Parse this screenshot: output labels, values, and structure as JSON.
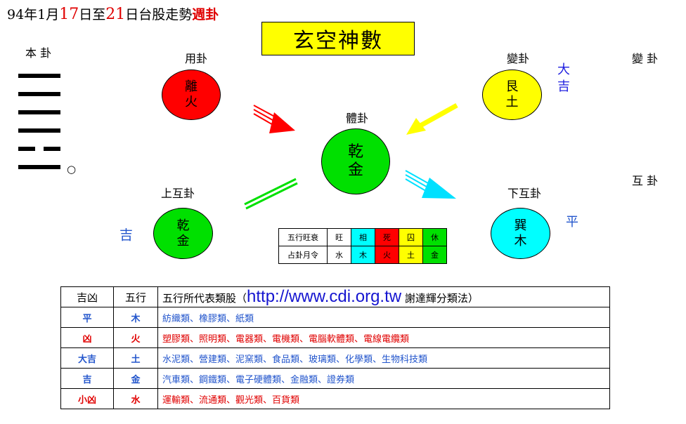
{
  "header": {
    "part1": "94年1月",
    "num1": "17",
    "part2": "日至",
    "num2": "21",
    "part3": "日台股走勢",
    "emph": "週卦"
  },
  "banner": "玄空神數",
  "labels": {
    "ben_gua": "本 卦",
    "yong_gua": "用卦",
    "bian_gua": "變卦",
    "bian_gua_right": "變 卦",
    "ti_gua": "體卦",
    "shang_hu_gua": "上互卦",
    "xia_hu_gua": "下互卦",
    "hu_gua_right": "互 卦",
    "small_circle": "○"
  },
  "circles": {
    "yong": {
      "line1": "離",
      "line2": "火",
      "color": "#ff0000"
    },
    "bian": {
      "line1": "艮",
      "line2": "土",
      "color": "#ffff00"
    },
    "ti": {
      "line1": "乾",
      "line2": "金",
      "color": "#00e000"
    },
    "shang": {
      "line1": "乾",
      "line2": "金",
      "color": "#00e000"
    },
    "xia": {
      "line1": "巽",
      "line2": "木",
      "color": "#00ffff"
    }
  },
  "omens": {
    "bian_line1": "大",
    "bian_line2": "吉",
    "shang": "吉",
    "xia": "平"
  },
  "hexagram_lines": [
    "yang",
    "yang",
    "yang",
    "yang",
    "yin",
    "yang"
  ],
  "wuxing_table": {
    "row1_label": "五行旺衰",
    "row1": [
      {
        "text": "旺",
        "color": "#ffffff"
      },
      {
        "text": "相",
        "color": "#00ffff"
      },
      {
        "text": "死",
        "color": "#ff0000"
      },
      {
        "text": "囚",
        "color": "#ffff00"
      },
      {
        "text": "休",
        "color": "#00e000"
      }
    ],
    "row2_label": "占卦月令",
    "row2": [
      {
        "text": "水",
        "color": "#ffffff"
      },
      {
        "text": "木",
        "color": "#00ffff"
      },
      {
        "text": "火",
        "color": "#ff0000"
      },
      {
        "text": "土",
        "color": "#ffff00"
      },
      {
        "text": "金",
        "color": "#00e000"
      }
    ]
  },
  "main_table": {
    "headers": {
      "col1": "吉凶",
      "col2": "五行",
      "col3_prefix": "五行所代表類股（",
      "col3_url": "http://www.cdi.org.tw",
      "col3_suffix": " 謝達輝分類法）"
    },
    "rows": [
      {
        "fortune": "平",
        "element": "木",
        "stocks": "紡織類、橡膠類、紙類",
        "color": "blue"
      },
      {
        "fortune": "凶",
        "element": "火",
        "stocks": "塑膠類、照明類、電器類、電機類、電腦軟體類、電線電纜類",
        "color": "red"
      },
      {
        "fortune": "大吉",
        "element": "土",
        "stocks": "水泥類、營建類、泥窯類、食品類、玻璃類、化學類、生物科技類",
        "color": "blue"
      },
      {
        "fortune": "吉",
        "element": "金",
        "stocks": "汽車類、鋼鐵類、電子硬體類、金融類、證券類",
        "color": "blue"
      },
      {
        "fortune": "小凶",
        "element": "水",
        "stocks": "運輸類、流通類、觀光類、百貨類",
        "color": "red"
      }
    ]
  }
}
